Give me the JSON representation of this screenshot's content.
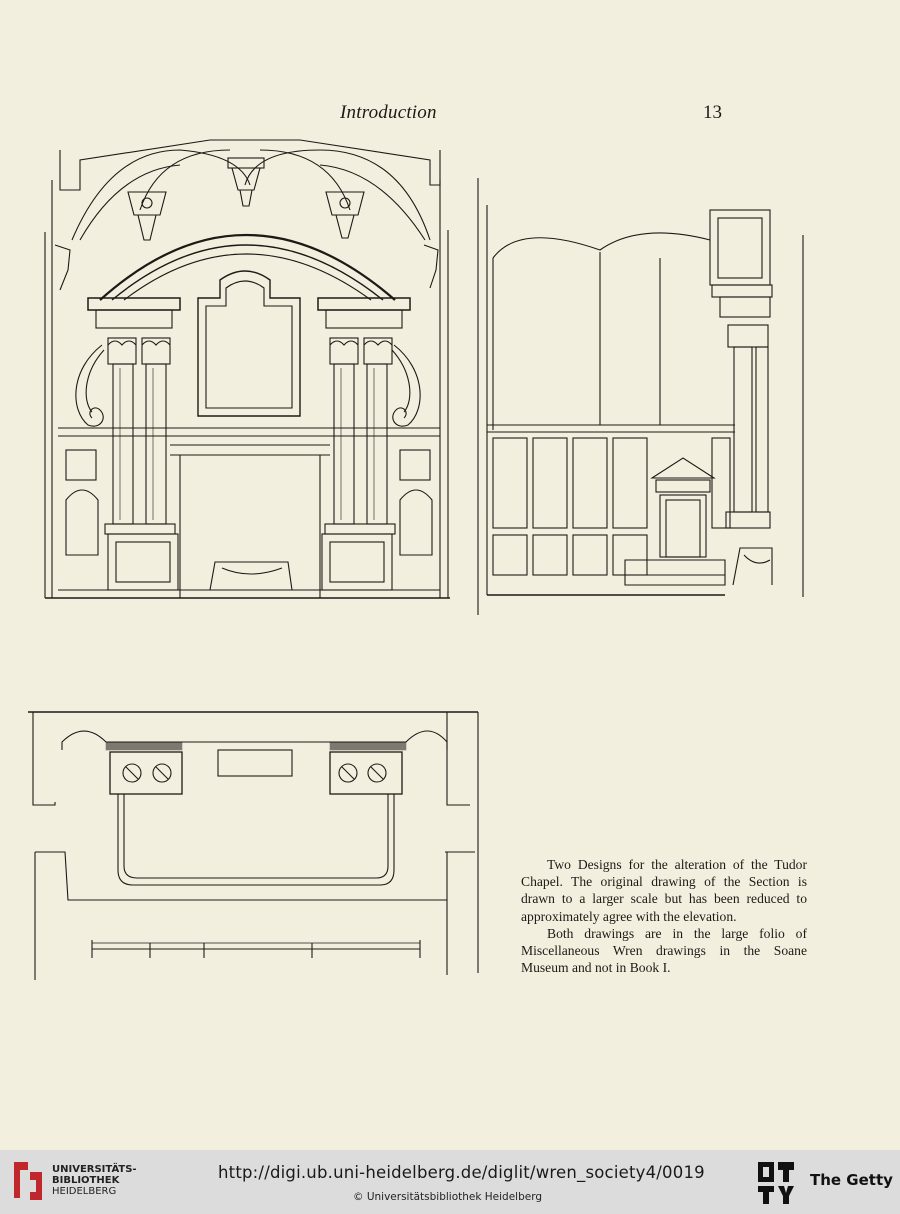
{
  "header": {
    "running_title": "Introduction",
    "page_number": "13"
  },
  "figures": {
    "elevation": "chapel-elevation-drawing",
    "section": "chapel-section-drawing",
    "plan": "chapel-plan-drawing"
  },
  "caption": {
    "paragraph_1": "Two Designs for the alteration of the Tudor Chapel.  The original drawing of the Section is drawn to a larger scale but has been reduced to approximately agree with the elevation.",
    "paragraph_2": "Both drawings are in the large folio of Miscellaneous Wren drawings in the Soane Museum and not in Book I."
  },
  "footer": {
    "library_line1": "UNIVERSITÄTS-",
    "library_line2": "BIBLIOTHEK",
    "library_line3": "HEIDELBERG",
    "url": "http://digi.ub.uni-heidelberg.de/diglit/wren_society4/0019",
    "copyright": "© Universitätsbibliothek Heidelberg",
    "getty_name": "The Getty"
  },
  "colors": {
    "paper": "#f3efdf",
    "ink": "#1d1a16",
    "footer_bg": "#dcdcdc",
    "library_red": "#c0272d"
  }
}
